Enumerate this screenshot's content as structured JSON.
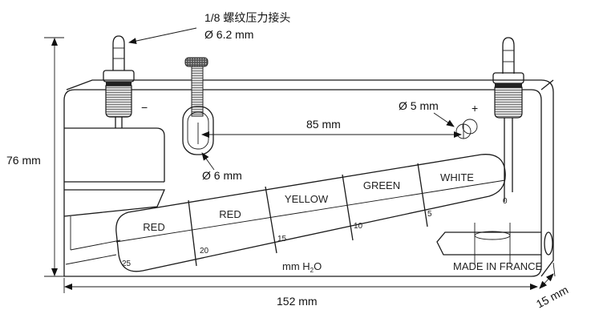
{
  "annotations": {
    "fitting_label": "1/8 螺纹压力接头",
    "fitting_diameter": "Ø 6.2 mm",
    "screw_diameter": "Ø 6 mm",
    "hole_diameter": "Ø 5 mm",
    "spacing": "85 mm",
    "minus": "−",
    "plus": "+"
  },
  "dimensions": {
    "height": "76 mm",
    "width": "152 mm",
    "depth": "15 mm"
  },
  "scale": {
    "color_bands": [
      "RED",
      "RED",
      "YELLOW",
      "GREEN",
      "WHITE"
    ],
    "ticks": [
      "25",
      "20",
      "15",
      "10",
      "5",
      "0"
    ],
    "unit_prefix": "mm H",
    "unit_sub": "2",
    "unit_suffix": "O"
  },
  "marking": "MADE IN FRANCE"
}
